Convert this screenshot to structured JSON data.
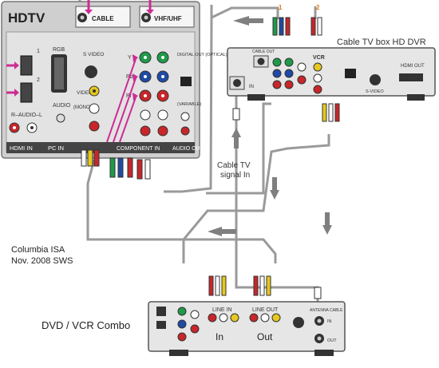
{
  "hdtv": {
    "title": "HDTV",
    "cable_jack": "CABLE",
    "vhf_jack": "VHF/UHF",
    "hdmi_marks": [
      "1",
      "2"
    ],
    "rgb": "RGB",
    "svideo": "S VIDEO",
    "audio": "AUDIO",
    "r_audio_l": "R–AUDIO–L",
    "video": "VIDEO",
    "mono": "(MONO)",
    "y": "Y",
    "pb": "Pb",
    "pr": "Pr",
    "digital_out": "DIGITAL OUT (OPTICAL)",
    "variable": "(VARIABLE)",
    "hdmi_in": "HDMI IN",
    "pc_in": "PC IN",
    "component_in": "COMPONENT IN",
    "audio_out": "AUDIO OUT"
  },
  "cable_box": {
    "title": "Cable TV box HD DVR",
    "cable_out": "CABLE OUT",
    "in_label": "IN",
    "vcr": "VCR",
    "svideo": "S-VIDEO",
    "hdmi_out": "HDMI OUT",
    "component_marks": [
      "1",
      "2"
    ]
  },
  "signal_label": [
    "Cable TV",
    "signal In"
  ],
  "credit": [
    "Columbia ISA",
    "Nov. 2008  SWS"
  ],
  "dvd": {
    "title": "DVD / VCR Combo",
    "line_in": "LINE IN",
    "line_out": "LINE OUT",
    "in_label": "In",
    "out_label": "Out",
    "antenna": "ANTENNA CABLE",
    "in_small": "IN",
    "out_small": "OUT"
  },
  "colors": {
    "cable": "#9a9a9a",
    "green": "#1f9a4a",
    "blue": "#1f4aa6",
    "red": "#c8262a",
    "yellow": "#e6c81e",
    "magenta": "#cc2d93",
    "orange": "#e07b16"
  }
}
